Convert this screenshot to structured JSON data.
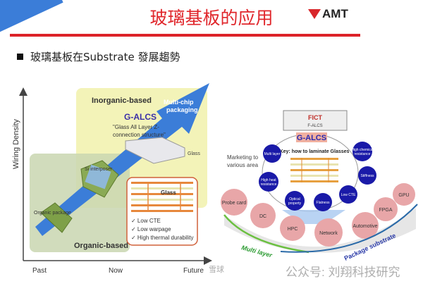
{
  "header": {
    "title": "玻璃基板的应用",
    "logo": "AMT"
  },
  "bullet": "玻璃基板在Substrate 發展趨勢",
  "left_diagram": {
    "y_axis": "Wiring Density",
    "x_ticks": [
      "Past",
      "Now",
      "Future"
    ],
    "inorganic": "Inorganic-based",
    "organic": "Organic-based",
    "multichip": [
      "Multi-chip",
      "packaging"
    ],
    "galcs": "G-ALCS",
    "galcs_desc": [
      "\"Glass All Layer Z-",
      "connection structure\""
    ],
    "glass_label": "Glass",
    "si_interposer": "Si interposer",
    "organic_package": "Organic package",
    "callout_title": "Glass",
    "benefits": [
      "✓ Low CTE",
      "✓ Low warpage",
      "✓ High thermal durability"
    ]
  },
  "right_diagram": {
    "fict": "FICT",
    "falcs": "F-ALCS",
    "galcs": "G-ALCS",
    "key": "Key: how to laminate Glasses",
    "marketing": [
      "Marketing to",
      "various area"
    ],
    "properties": [
      {
        "l1": "Multi layer",
        "l2": ""
      },
      {
        "l1": "High chemical",
        "l2": "resistance"
      },
      {
        "l1": "Stiffness",
        "l2": ""
      },
      {
        "l1": "High heat",
        "l2": "resistance"
      },
      {
        "l1": "Low CTE",
        "l2": ""
      },
      {
        "l1": "Optical",
        "l2": "property"
      },
      {
        "l1": "Flatness",
        "l2": ""
      }
    ],
    "markets": [
      "Probe card",
      "DC",
      "HPC",
      "Network",
      "Automotive",
      "FPGA",
      "GPU"
    ],
    "multi_layer": "Multi layer",
    "package_substrate": "Package substrate"
  },
  "watermark": {
    "left": "雪球",
    "right": "公众号: 刘翔科技研究"
  },
  "colors": {
    "accent": "#dc2228",
    "arrow": "#3b7dd8",
    "circle": "#1a1aa8",
    "pink": "#e8a6a8"
  }
}
